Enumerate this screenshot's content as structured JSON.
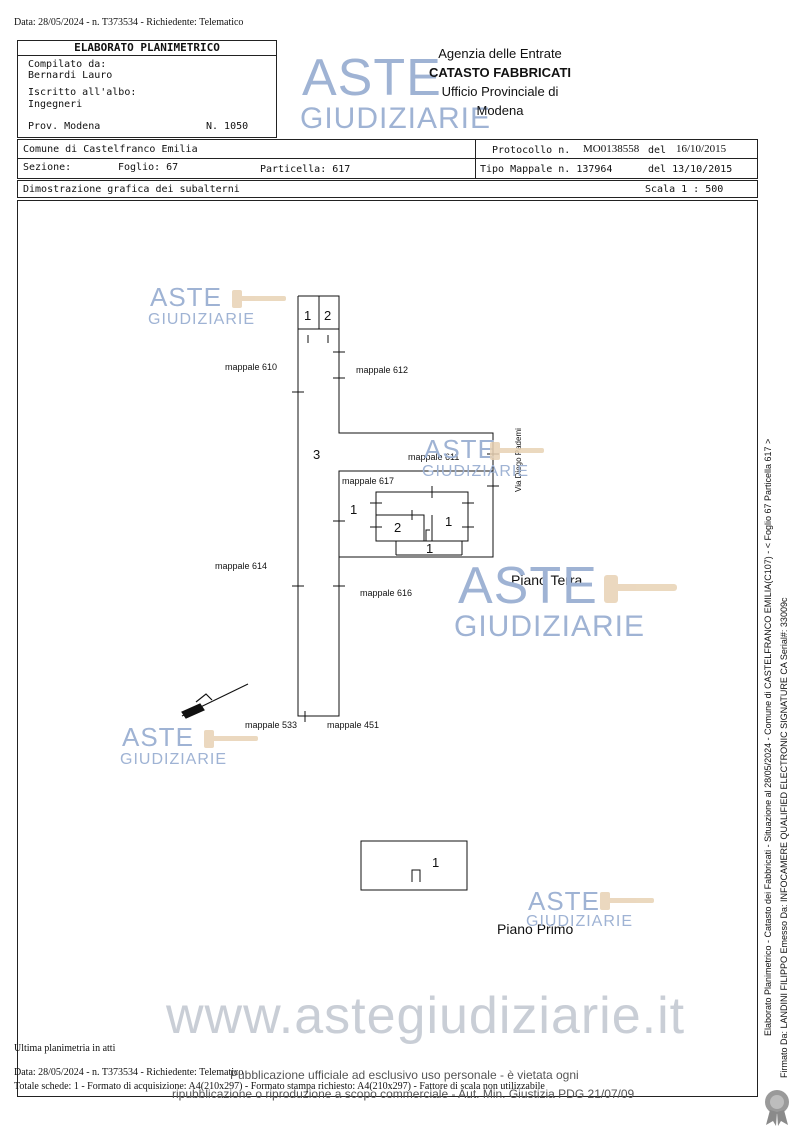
{
  "top_header": "Data: 28/05/2024 - n. T373534 - Richiedente: Telematico",
  "form": {
    "title": "ELABORATO PLANIMETRICO",
    "compilato_label": "Compilato da:",
    "compilato_value": "Bernardi Lauro",
    "iscritto_label": "Iscritto all'albo:",
    "iscritto_value": "Ingegneri",
    "prov_label": "Prov. Modena",
    "num_label": "N. 1050",
    "agency_line1": "Agenzia delle Entrate",
    "agency_line2": "CATASTO FABBRICATI",
    "agency_line3": "Ufficio Provinciale di",
    "agency_line4": "Modena",
    "comune": "Comune di Castelfranco Emilia",
    "sezione_label": "Sezione:",
    "foglio": "Foglio: 67",
    "particella": "Particella: 617",
    "protocollo_label": "Protocollo n.",
    "protocollo_value": "MO0138558",
    "protocollo_del": "del",
    "protocollo_date": "16/10/2015",
    "tipo_mappale": "Tipo Mappale n. 137964",
    "tipo_del": "del 13/10/2015",
    "dimostrazione": "Dimostrazione grafica dei subalterni",
    "scala": "Scala 1 : 500"
  },
  "plan": {
    "labels": {
      "m610": "mappale 610",
      "m612": "mappale 612",
      "m611": "mappale 611",
      "m617": "mappale 617",
      "m614": "mappale 614",
      "m616": "mappale 616",
      "m533": "mappale 533",
      "m451": "mappale 451",
      "via": "Via Diego Pademi",
      "piano_terra": "Piano Terra",
      "piano_primo": "Piano Primo"
    },
    "numbers": {
      "n1": "1",
      "n2": "2",
      "n3": "3",
      "b1": "1",
      "b2": "2",
      "b3": "1",
      "b4": "1",
      "p1": "1"
    }
  },
  "watermark": {
    "aste": "ASTE",
    "giudiziarie": "GIUDIZIARIE",
    "site": "www.astegiudiziarie.it"
  },
  "side_text": {
    "line1": "Elaborato Planimetrico - Catasto dei Fabbricati - Situazione al 28/05/2024 - Comune di CASTELFRANCO EMILIA(C107) - < Foglio 67 Particella 617 >",
    "line2": "Firmato Da: LANDINI FILIPPO Emesso Da: INFOCAMERE QUALIFIED ELECTRONIC SIGNATURE CA Serial#: 33009c"
  },
  "footer": {
    "ultima": "Ultima planimetria in atti",
    "data_line": "Data: 28/05/2024 - n. T373534 - Richiedente: Telematico",
    "totale": "Totale schede: 1 - Formato di acquisizione: A4(210x297) - Formato stampa richiesto: A4(210x297) - Fattore di scala non utilizzabile",
    "pub1": "Pubblicazione ufficiale ad esclusivo uso personale - è vietata ogni",
    "pub2": "ripubblicazione o riproduzione a scopo commerciale - Aut. Min. Giustizia PDG 21/07/09"
  }
}
